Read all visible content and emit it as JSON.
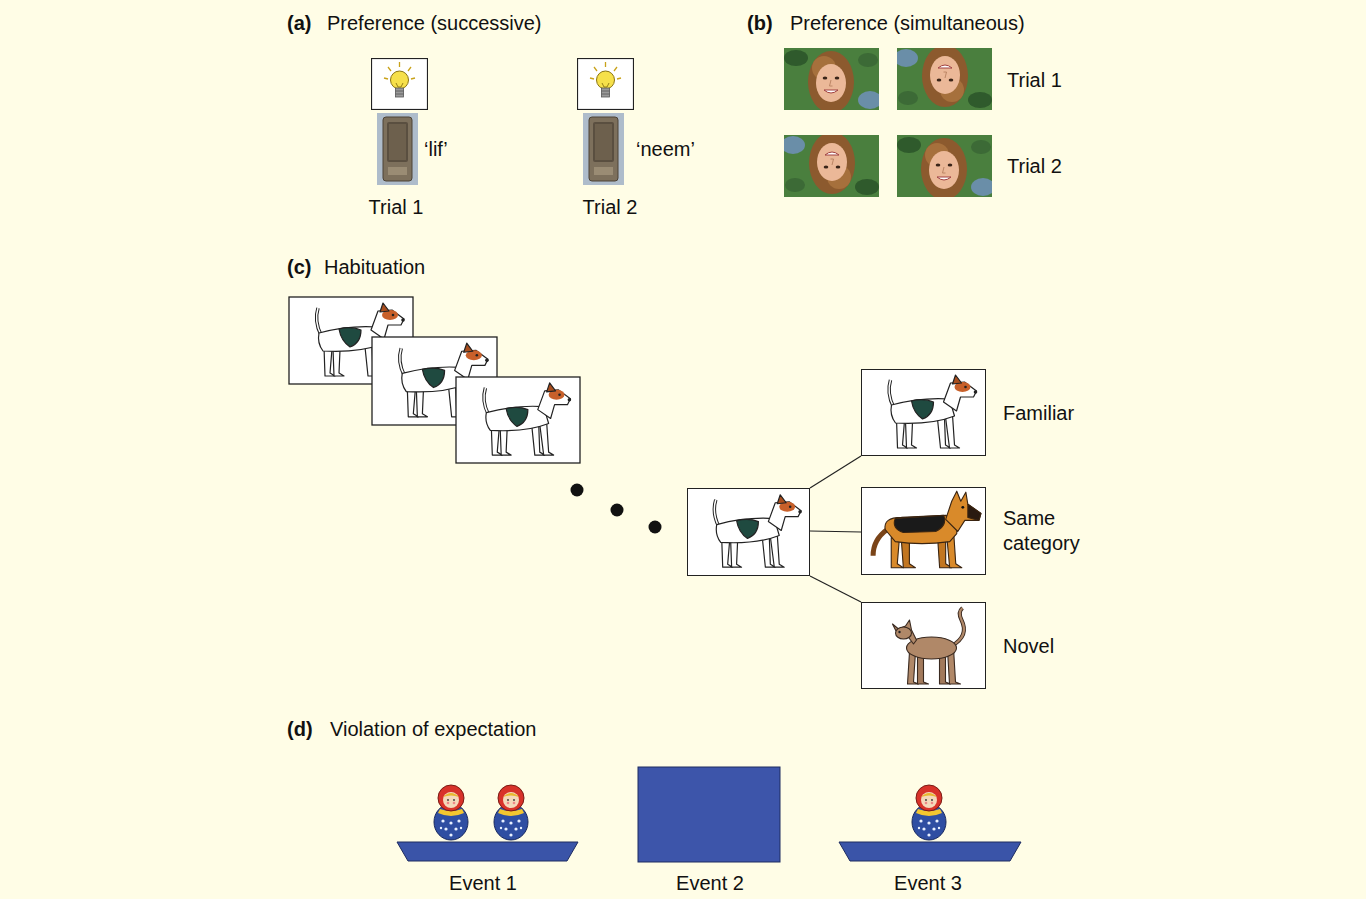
{
  "diagram": {
    "nodes": [
      {
        "text": []
      },
      {
        "text": [
          "Familiar"
        ]
      },
      {
        "text": [
          "Same category"
        ]
      },
      {
        "text": [
          "Novel"
        ]
      }
    ],
    "edges": [
      {
        "from": 0,
        "to": 1,
        "arrow": "none"
      },
      {
        "from": 0,
        "to": 2,
        "arrow": "none"
      },
      {
        "from": 0,
        "to": 3,
        "arrow": "none"
      }
    ],
    "labels": [
      "(a)",
      "Preference (successive)",
      "‘lif’",
      "Trial 1",
      "‘neem’",
      "Trial 2",
      "(b)",
      "Preference (simultaneous)",
      "Trial 1",
      "Trial 2",
      "(c)",
      "Habituation",
      "(d)",
      "Violation of expectation",
      "Event 1",
      "Event 2",
      "Event 3"
    ]
  }
}
